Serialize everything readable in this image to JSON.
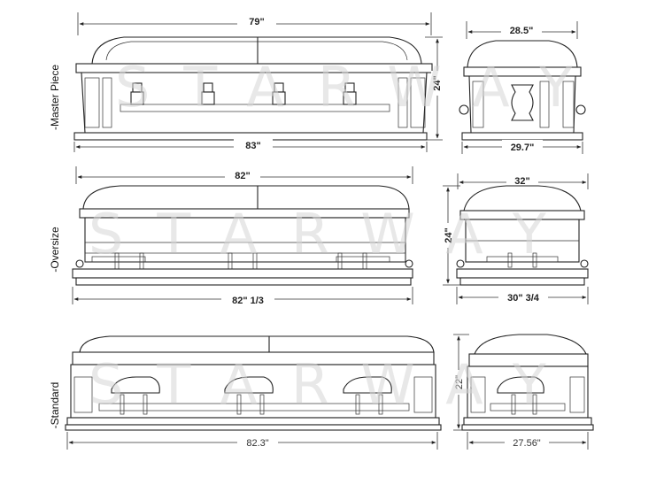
{
  "watermark": "STARWAY",
  "rows": [
    {
      "label": "-Master Piece",
      "side": {
        "top_width": "79\"",
        "bottom_width": "83\"",
        "height": "24\""
      },
      "end": {
        "top_width": "28.5\"",
        "bottom_width": "29.7\""
      }
    },
    {
      "label": "-Oversize",
      "side": {
        "top_width": "82\"",
        "bottom_width": "82\" 1/3"
      },
      "end": {
        "top_width": "32\"",
        "bottom_width": "30\" 3/4",
        "height": "24\""
      }
    },
    {
      "label": "-Standard",
      "side": {
        "bottom_width": "82.3\""
      },
      "end": {
        "bottom_width": "27.56\"",
        "height": "22\""
      }
    }
  ]
}
